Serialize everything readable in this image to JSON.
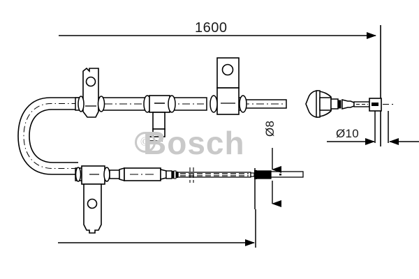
{
  "drawing": {
    "title": "Brake cable technical drawing",
    "brand": "Bosch",
    "copyright_symbol": "©",
    "line_color": "#000000",
    "fill_color": "#ffffff",
    "watermark_color": "#c9c9c9",
    "background_color": "#ffffff"
  },
  "dimensions": {
    "overall_length": {
      "label": "1600",
      "name": "overall-length",
      "unit": "mm",
      "value": 1600
    },
    "diameter_end_fitting": {
      "label": "Ø10",
      "name": "diameter-10",
      "unit": "mm",
      "value": 10
    },
    "diameter_cable": {
      "label": "Ø8",
      "name": "diameter-8",
      "unit": "mm",
      "value": 8
    },
    "lower_run": {
      "label": "",
      "name": "lower-run-length"
    }
  },
  "components": {
    "upper_bracket_left": "mounting-bracket-upper-left",
    "upper_bracket_right": "mounting-bracket-upper-right",
    "mid_fitting": "t-junction-fitting",
    "boot": "rubber-boot",
    "end_fitting": "threaded-end-fitting",
    "lower_bracket": "mounting-bracket-lower",
    "lower_sleeve": "cable-sleeve",
    "u_bend": "cable-u-bend",
    "terminal_plate": "terminal-plate"
  }
}
